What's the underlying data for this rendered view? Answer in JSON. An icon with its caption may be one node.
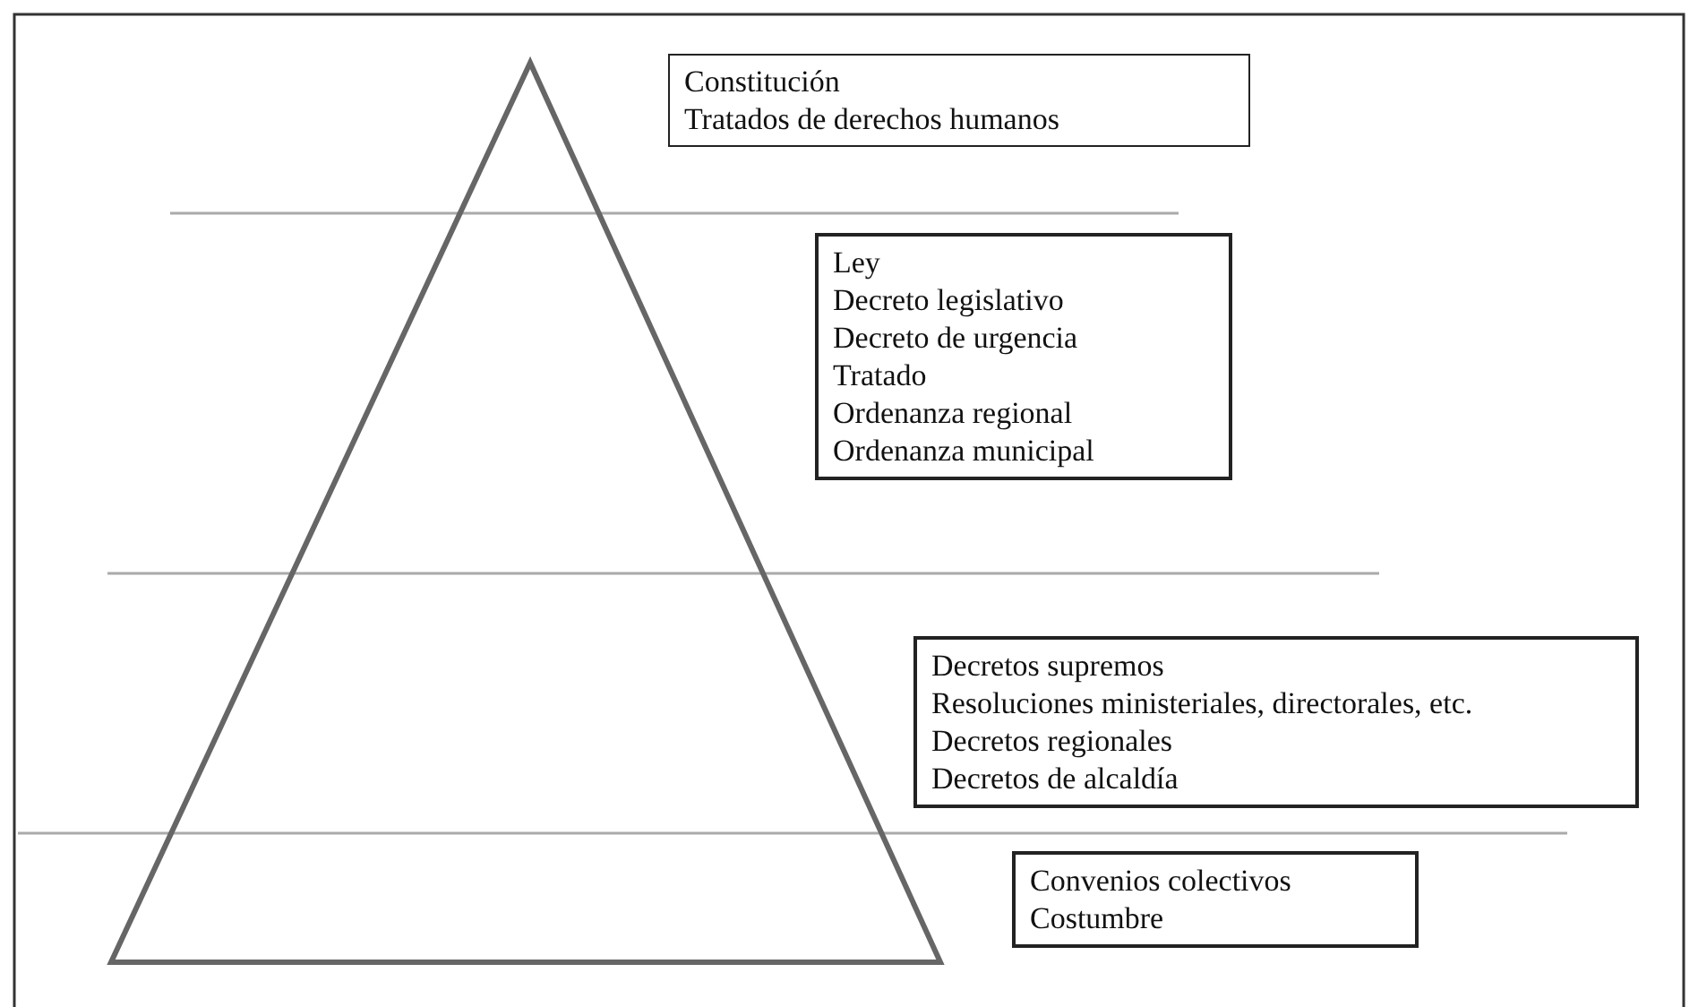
{
  "diagram": {
    "nodes": [
      {
        "text": [
          "Constitución",
          "Tratados de derechos humanos"
        ]
      },
      {
        "text": [
          "Ley",
          "Decreto legislativo",
          "Decreto de urgencia",
          "Tratado",
          "Ordenanza regional",
          "Ordenanza municipal"
        ]
      },
      {
        "text": [
          "Decretos supremos",
          "Resoluciones ministeriales, directorales, etc.",
          "Decretos regionales",
          "Decretos de alcaldía"
        ]
      },
      {
        "text": [
          "Convenios colectivos",
          "Costumbre"
        ]
      }
    ]
  }
}
